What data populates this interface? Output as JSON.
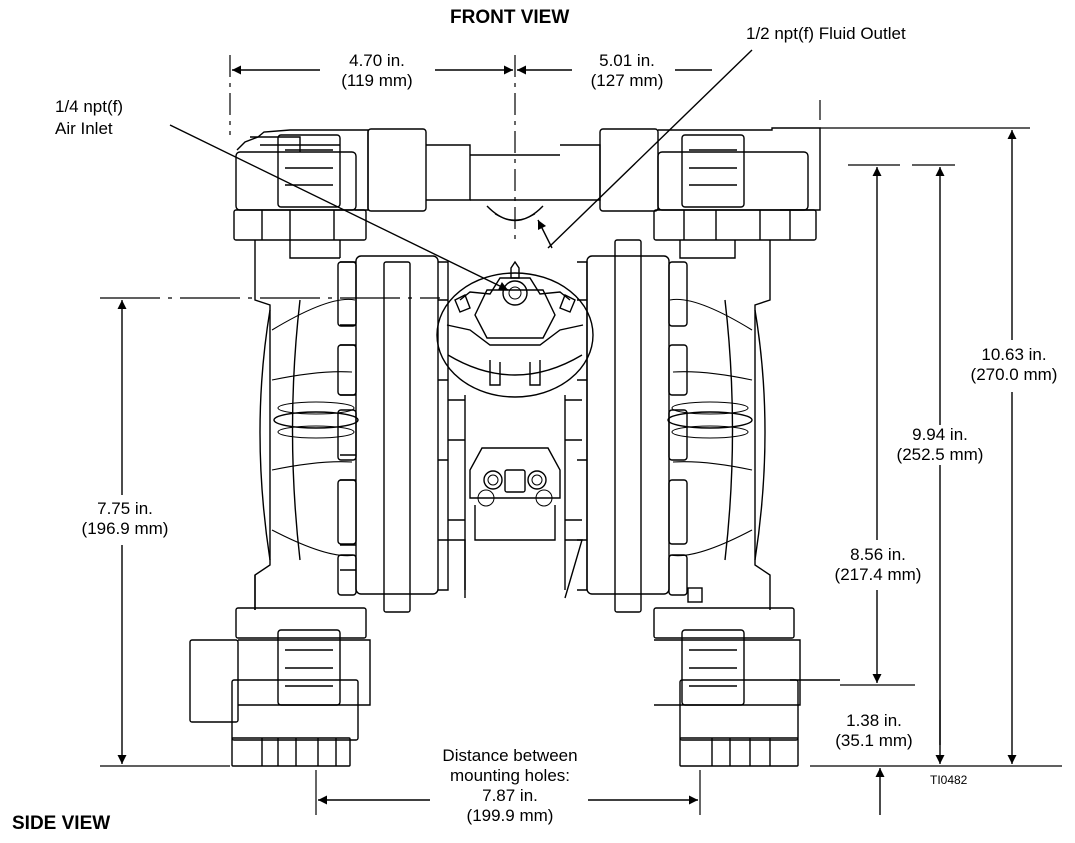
{
  "titles": {
    "front_view": "FRONT VIEW",
    "side_view": "SIDE VIEW"
  },
  "callouts": {
    "fluid_outlet": "1/2 npt(f) Fluid Outlet",
    "air_inlet_line1": "1/4 npt(f)",
    "air_inlet_line2": "Air Inlet"
  },
  "dimensions": {
    "left_width": {
      "in": "4.70 in.",
      "mm": "(119 mm)"
    },
    "right_width": {
      "in": "5.01 in.",
      "mm": "(127 mm)"
    },
    "air_inlet_height": {
      "in": "7.75 in.",
      "mm": "(196.9 mm)"
    },
    "overall_height": {
      "in": "10.63 in.",
      "mm": "(270.0 mm)"
    },
    "fluid_outlet_height": {
      "in": "9.94 in.",
      "mm": "(252.5 mm)"
    },
    "fluid_inlet_height": {
      "in": "8.56 in.",
      "mm": "(217.4 mm)"
    },
    "base_height": {
      "in": "1.38 in.",
      "mm": "(35.1 mm)"
    },
    "mounting_holes": {
      "line1": "Distance between",
      "line2": "mounting holes:",
      "in": "7.87 in.",
      "mm": "(199.9 mm)"
    }
  },
  "figure_id": "TI0482"
}
